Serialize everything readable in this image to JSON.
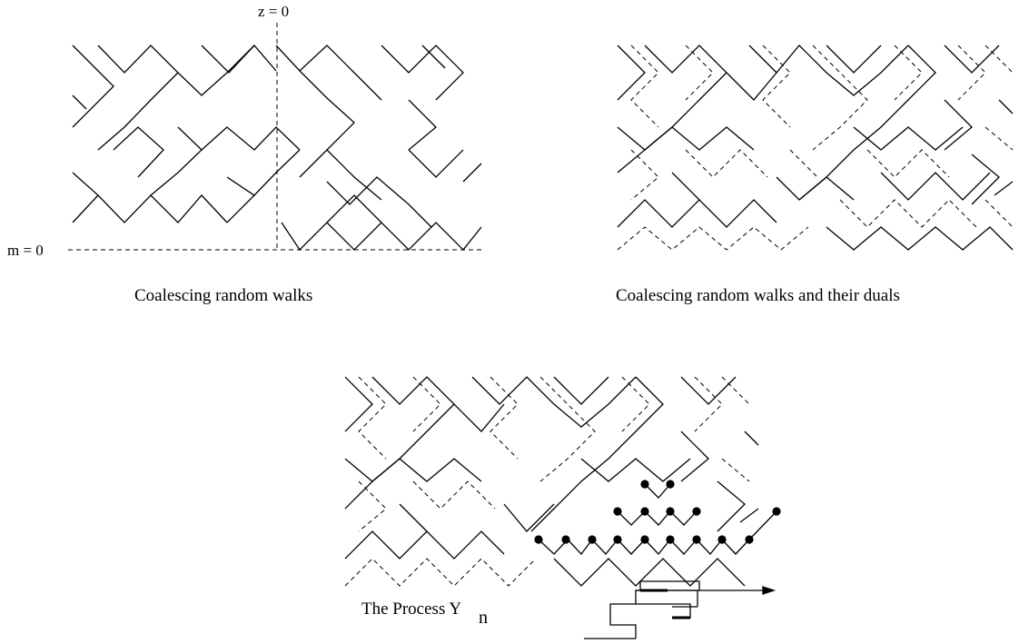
{
  "axes": {
    "z_label": "z = 0",
    "m_label": "m = 0"
  },
  "panels": {
    "top_left": {
      "caption": "Coalescing random walks"
    },
    "top_right": {
      "caption": "Coalescing random walks and their duals"
    },
    "bottom": {
      "caption_main": "The Process Y",
      "caption_sub": "n"
    }
  },
  "style": {
    "line_color": "#000000",
    "background": "#ffffff"
  }
}
